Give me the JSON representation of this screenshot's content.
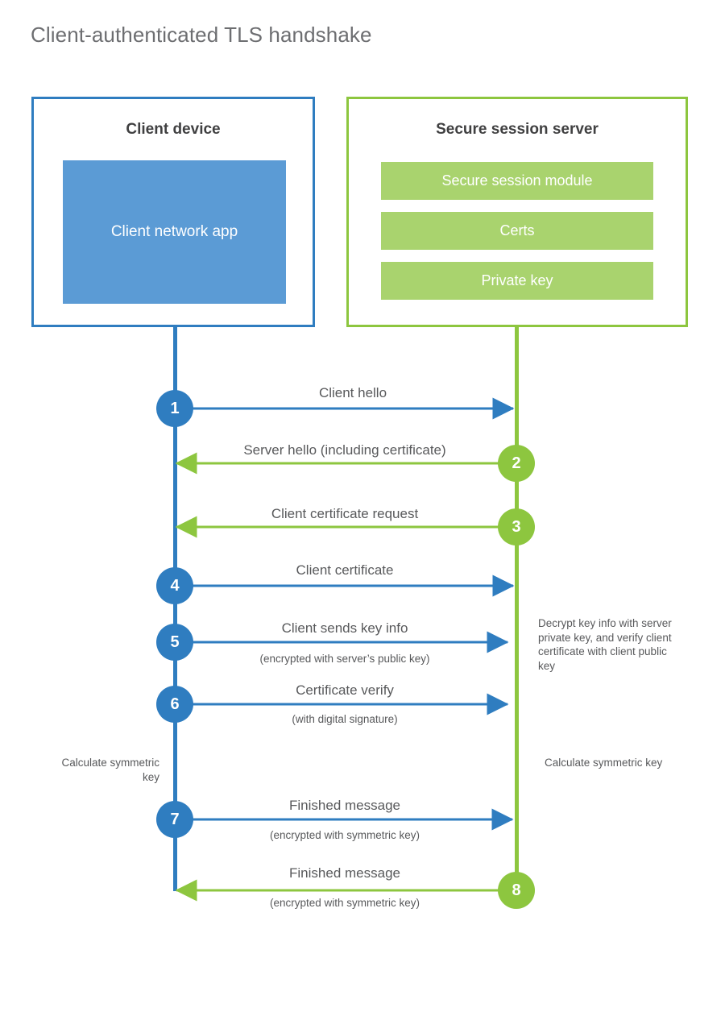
{
  "title": "Client-authenticated TLS handshake",
  "colors": {
    "client_blue": "#2f7dc0",
    "client_app_fill": "#5b9bd5",
    "server_green": "#8dc63f",
    "server_module_fill": "#a9d36e",
    "text_gray": "#58595b",
    "title_gray": "#6d6e71",
    "background": "#ffffff"
  },
  "client": {
    "title": "Client device",
    "app_label": "Client network app"
  },
  "server": {
    "title": "Secure session server",
    "modules": [
      {
        "label": "Secure session module"
      },
      {
        "label": "Certs"
      },
      {
        "label": "Private key"
      }
    ]
  },
  "steps": [
    {
      "number": "1",
      "label": "Client hello",
      "sub": "",
      "direction": "client-to-server",
      "color": "blue"
    },
    {
      "number": "2",
      "label": "Server hello (including certificate)",
      "sub": "",
      "direction": "server-to-client",
      "color": "green"
    },
    {
      "number": "3",
      "label": "Client certificate request",
      "sub": "",
      "direction": "server-to-client",
      "color": "green"
    },
    {
      "number": "4",
      "label": "Client certificate",
      "sub": "",
      "direction": "client-to-server",
      "color": "blue"
    },
    {
      "number": "5",
      "label": "Client sends key info",
      "sub": "(encrypted with server’s public key)",
      "direction": "client-to-server",
      "color": "blue"
    },
    {
      "number": "6",
      "label": "Certificate verify",
      "sub": "(with digital signature)",
      "direction": "client-to-server",
      "color": "blue"
    },
    {
      "number": "7",
      "label": "Finished message",
      "sub": "(encrypted with symmetric key)",
      "direction": "client-to-server",
      "color": "blue"
    },
    {
      "number": "8",
      "label": "Finished message",
      "sub": "(encrypted with symmetric key)",
      "direction": "server-to-client",
      "color": "green"
    }
  ],
  "notes": {
    "server_decrypt": "Decrypt key info with server private key, and verify client certificate with client public key",
    "client_calculate": "Calculate symmetric key",
    "server_calculate": "Calculate symmetric key"
  }
}
